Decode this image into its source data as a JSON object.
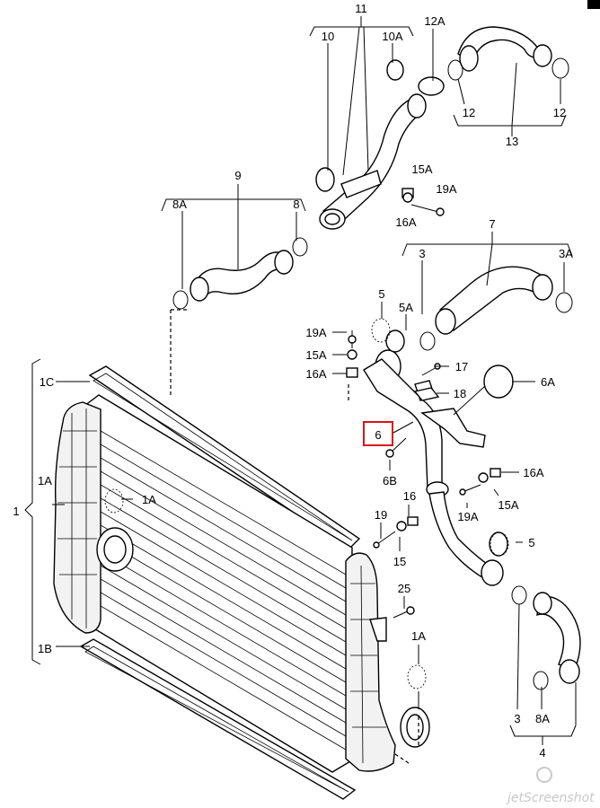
{
  "labels": {
    "l11": "11",
    "l10": "10",
    "l10A": "10A",
    "l12A": "12A",
    "l12a": "12",
    "l12b": "12",
    "l13": "13",
    "l9": "9",
    "l8A_top": "8A",
    "l8_top": "8",
    "l15A_top": "15A",
    "l19A_top": "19A",
    "l16A_top": "16A",
    "l7": "7",
    "l3_top": "3",
    "l3A": "3A",
    "l5_top": "5",
    "l5A": "5A",
    "l19A_mid": "19A",
    "l15A_mid": "15A",
    "l16A_mid": "16A",
    "l17": "17",
    "l18": "18",
    "l6A": "6A",
    "l1C": "1C",
    "l1A_left": "1A",
    "l1": "1",
    "l1A_inner": "1A",
    "l1B": "1B",
    "l6": "6",
    "l6B": "6B",
    "l16_mid": "16",
    "l19_mid": "19",
    "l15_mid": "15",
    "l16A_right": "16A",
    "l19A_right": "19A",
    "l15A_right": "15A",
    "l5_right": "5",
    "l25": "25",
    "l1A_bottom": "1A",
    "l3_bottom": "3",
    "l8A_bottom": "8A",
    "l4": "4"
  },
  "highlighted_label": "6",
  "colors": {
    "highlight": "#d8141c",
    "line": "#000000"
  },
  "watermark": "jetScreenshot"
}
